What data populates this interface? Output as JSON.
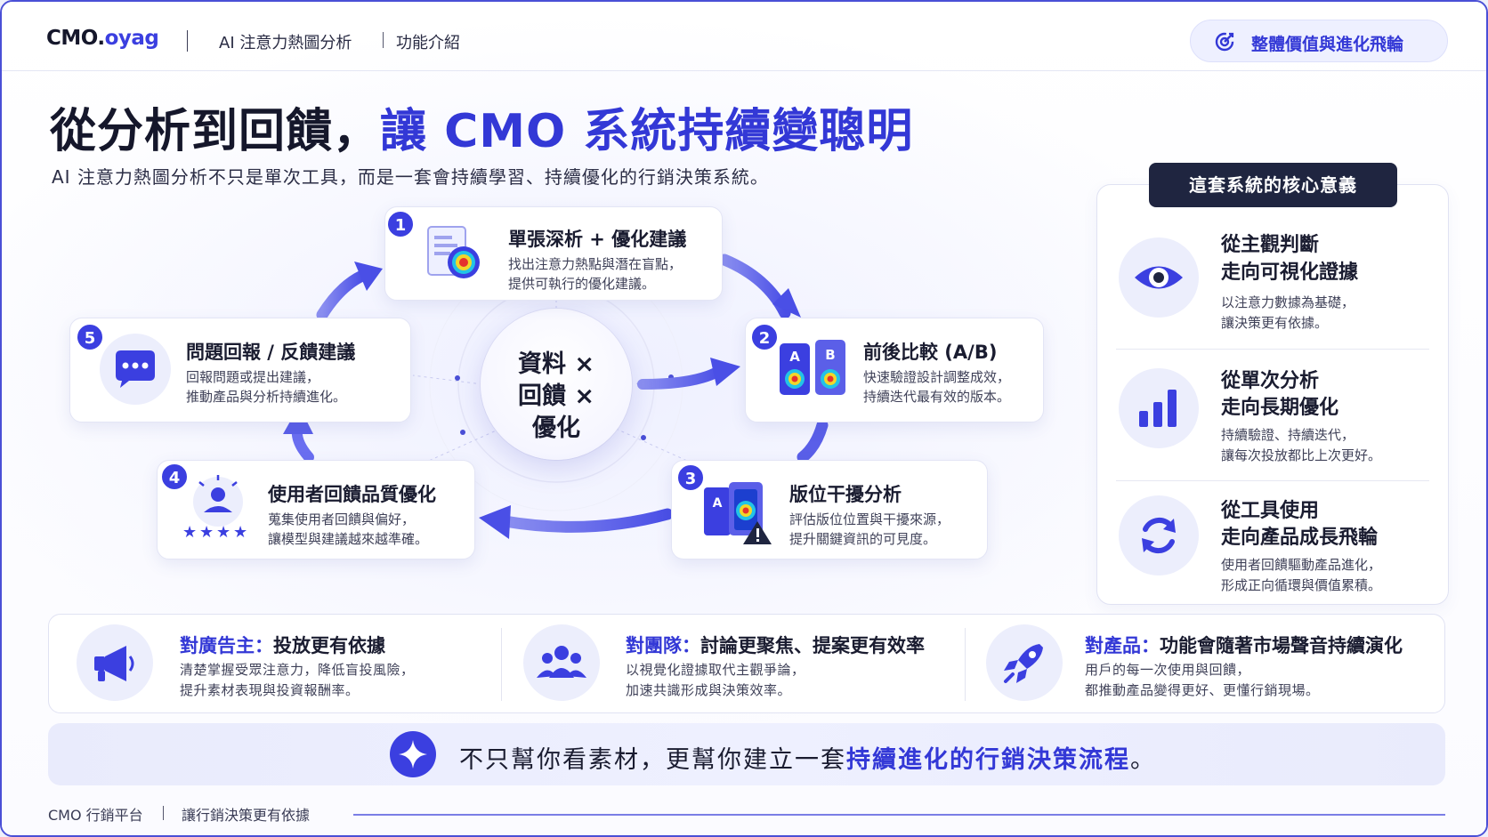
{
  "header": {
    "logo_prefix": "CMO.",
    "logo_suffix": "oyag",
    "breadcrumb_1": "AI 注意力熱圖分析",
    "breadcrumb_2": "功能介紹",
    "pill_label": "整體價值與進化飛輪",
    "pill_icon": "target-refresh-icon"
  },
  "hero": {
    "title_dark": "從分析到回饋，",
    "title_blue": "讓 CMO 系統持續變聰明",
    "subtitle": "AI 注意力熱圖分析不只是單次工具，而是一套會持續學習、持續優化的行銷決策系統。"
  },
  "cycle": {
    "center_lines": [
      "資料 ×",
      "回饋 ×",
      "優化"
    ],
    "steps": [
      {
        "num": "1",
        "title": "單張深析 + 優化建議",
        "desc": [
          "找出注意力熱點與潛在盲點，",
          "提供可執行的優化建議。"
        ],
        "icon": "document-heatmap-icon"
      },
      {
        "num": "2",
        "title": "前後比較 (A/B)",
        "desc": [
          "快速驗證設計調整成效，",
          "持續迭代最有效的版本。"
        ],
        "icon": "ab-compare-icon"
      },
      {
        "num": "3",
        "title": "版位干擾分析",
        "desc": [
          "評估版位位置與干擾來源，",
          "提升關鍵資訊的可見度。"
        ],
        "icon": "placement-warning-icon"
      },
      {
        "num": "4",
        "title": "使用者回饋品質優化",
        "desc": [
          "蒐集使用者回饋與偏好，",
          "讓模型與建議越來越準確。"
        ],
        "icon": "user-rating-icon"
      },
      {
        "num": "5",
        "title": "問題回報 / 反饋建議",
        "desc": [
          "回報問題或提出建議，",
          "推動產品與分析持續進化。"
        ],
        "icon": "chat-bubble-icon"
      }
    ]
  },
  "core": {
    "heading": "這套系統的核心意義",
    "items": [
      {
        "title": [
          "從主觀判斷",
          "走向可視化證據"
        ],
        "desc": [
          "以注意力數據為基礎，",
          "讓決策更有依據。"
        ],
        "icon": "eye-icon"
      },
      {
        "title": [
          "從單次分析",
          "走向長期優化"
        ],
        "desc": [
          "持續驗證、持續迭代，",
          "讓每次投放都比上次更好。"
        ],
        "icon": "bar-chart-icon"
      },
      {
        "title": [
          "從工具使用",
          "走向產品成長飛輪"
        ],
        "desc": [
          "使用者回饋驅動產品進化，",
          "形成正向循環與價值累積。"
        ],
        "icon": "refresh-icon"
      }
    ]
  },
  "audiences": [
    {
      "label": "對廣告主：",
      "headline": "投放更有依據",
      "desc": [
        "清楚掌握受眾注意力，降低盲投風險，",
        "提升素材表現與投資報酬率。"
      ],
      "icon": "megaphone-icon"
    },
    {
      "label": "對團隊：",
      "headline": "討論更聚焦、提案更有效率",
      "desc": [
        "以視覺化證據取代主觀爭論，",
        "加速共識形成與決策效率。"
      ],
      "icon": "team-icon"
    },
    {
      "label": "對產品：",
      "headline": "功能會隨著市場聲音持續演化",
      "desc": [
        "用戶的每一次使用與回饋，",
        "都推動產品變得更好、更懂行銷現場。"
      ],
      "icon": "rocket-icon"
    }
  ],
  "banner": {
    "prefix": "不只幫你看素材，更幫你建立一套",
    "highlight": "持續進化的行銷決策流程",
    "suffix": "。",
    "icon": "sparkle-icon"
  },
  "footer": {
    "left": "CMO 行銷平台",
    "right": "讓行銷決策更有依據"
  },
  "colors": {
    "accent": "#3338d6",
    "dark": "#1f2540"
  }
}
